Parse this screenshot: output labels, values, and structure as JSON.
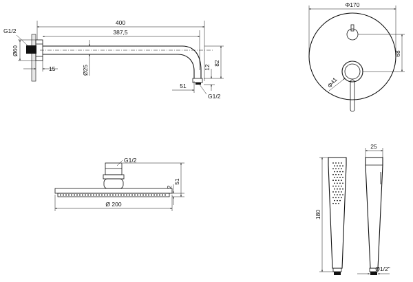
{
  "shower_arm": {
    "thread_inlet": "G1/2",
    "flange_diameter": "Ø60",
    "flange_depth": "15",
    "arm_tube_diameter": "Ø25",
    "total_length": "400",
    "arm_length": "387,5",
    "outlet_offset": "51",
    "outlet_height": "12",
    "arm_drop": "82",
    "thread_outlet": "G1/2"
  },
  "mixer_plate": {
    "plate_diameter": "Φ170",
    "handle_diameter": "Φ41",
    "knob_spacing": "68"
  },
  "shower_head": {
    "connector_thread": "G1/2",
    "head_thickness": "2",
    "total_height": "51",
    "head_diameter": "Ø 200"
  },
  "hand_shower": {
    "width": "25",
    "length": "180",
    "connector": "Ø1/2\""
  }
}
